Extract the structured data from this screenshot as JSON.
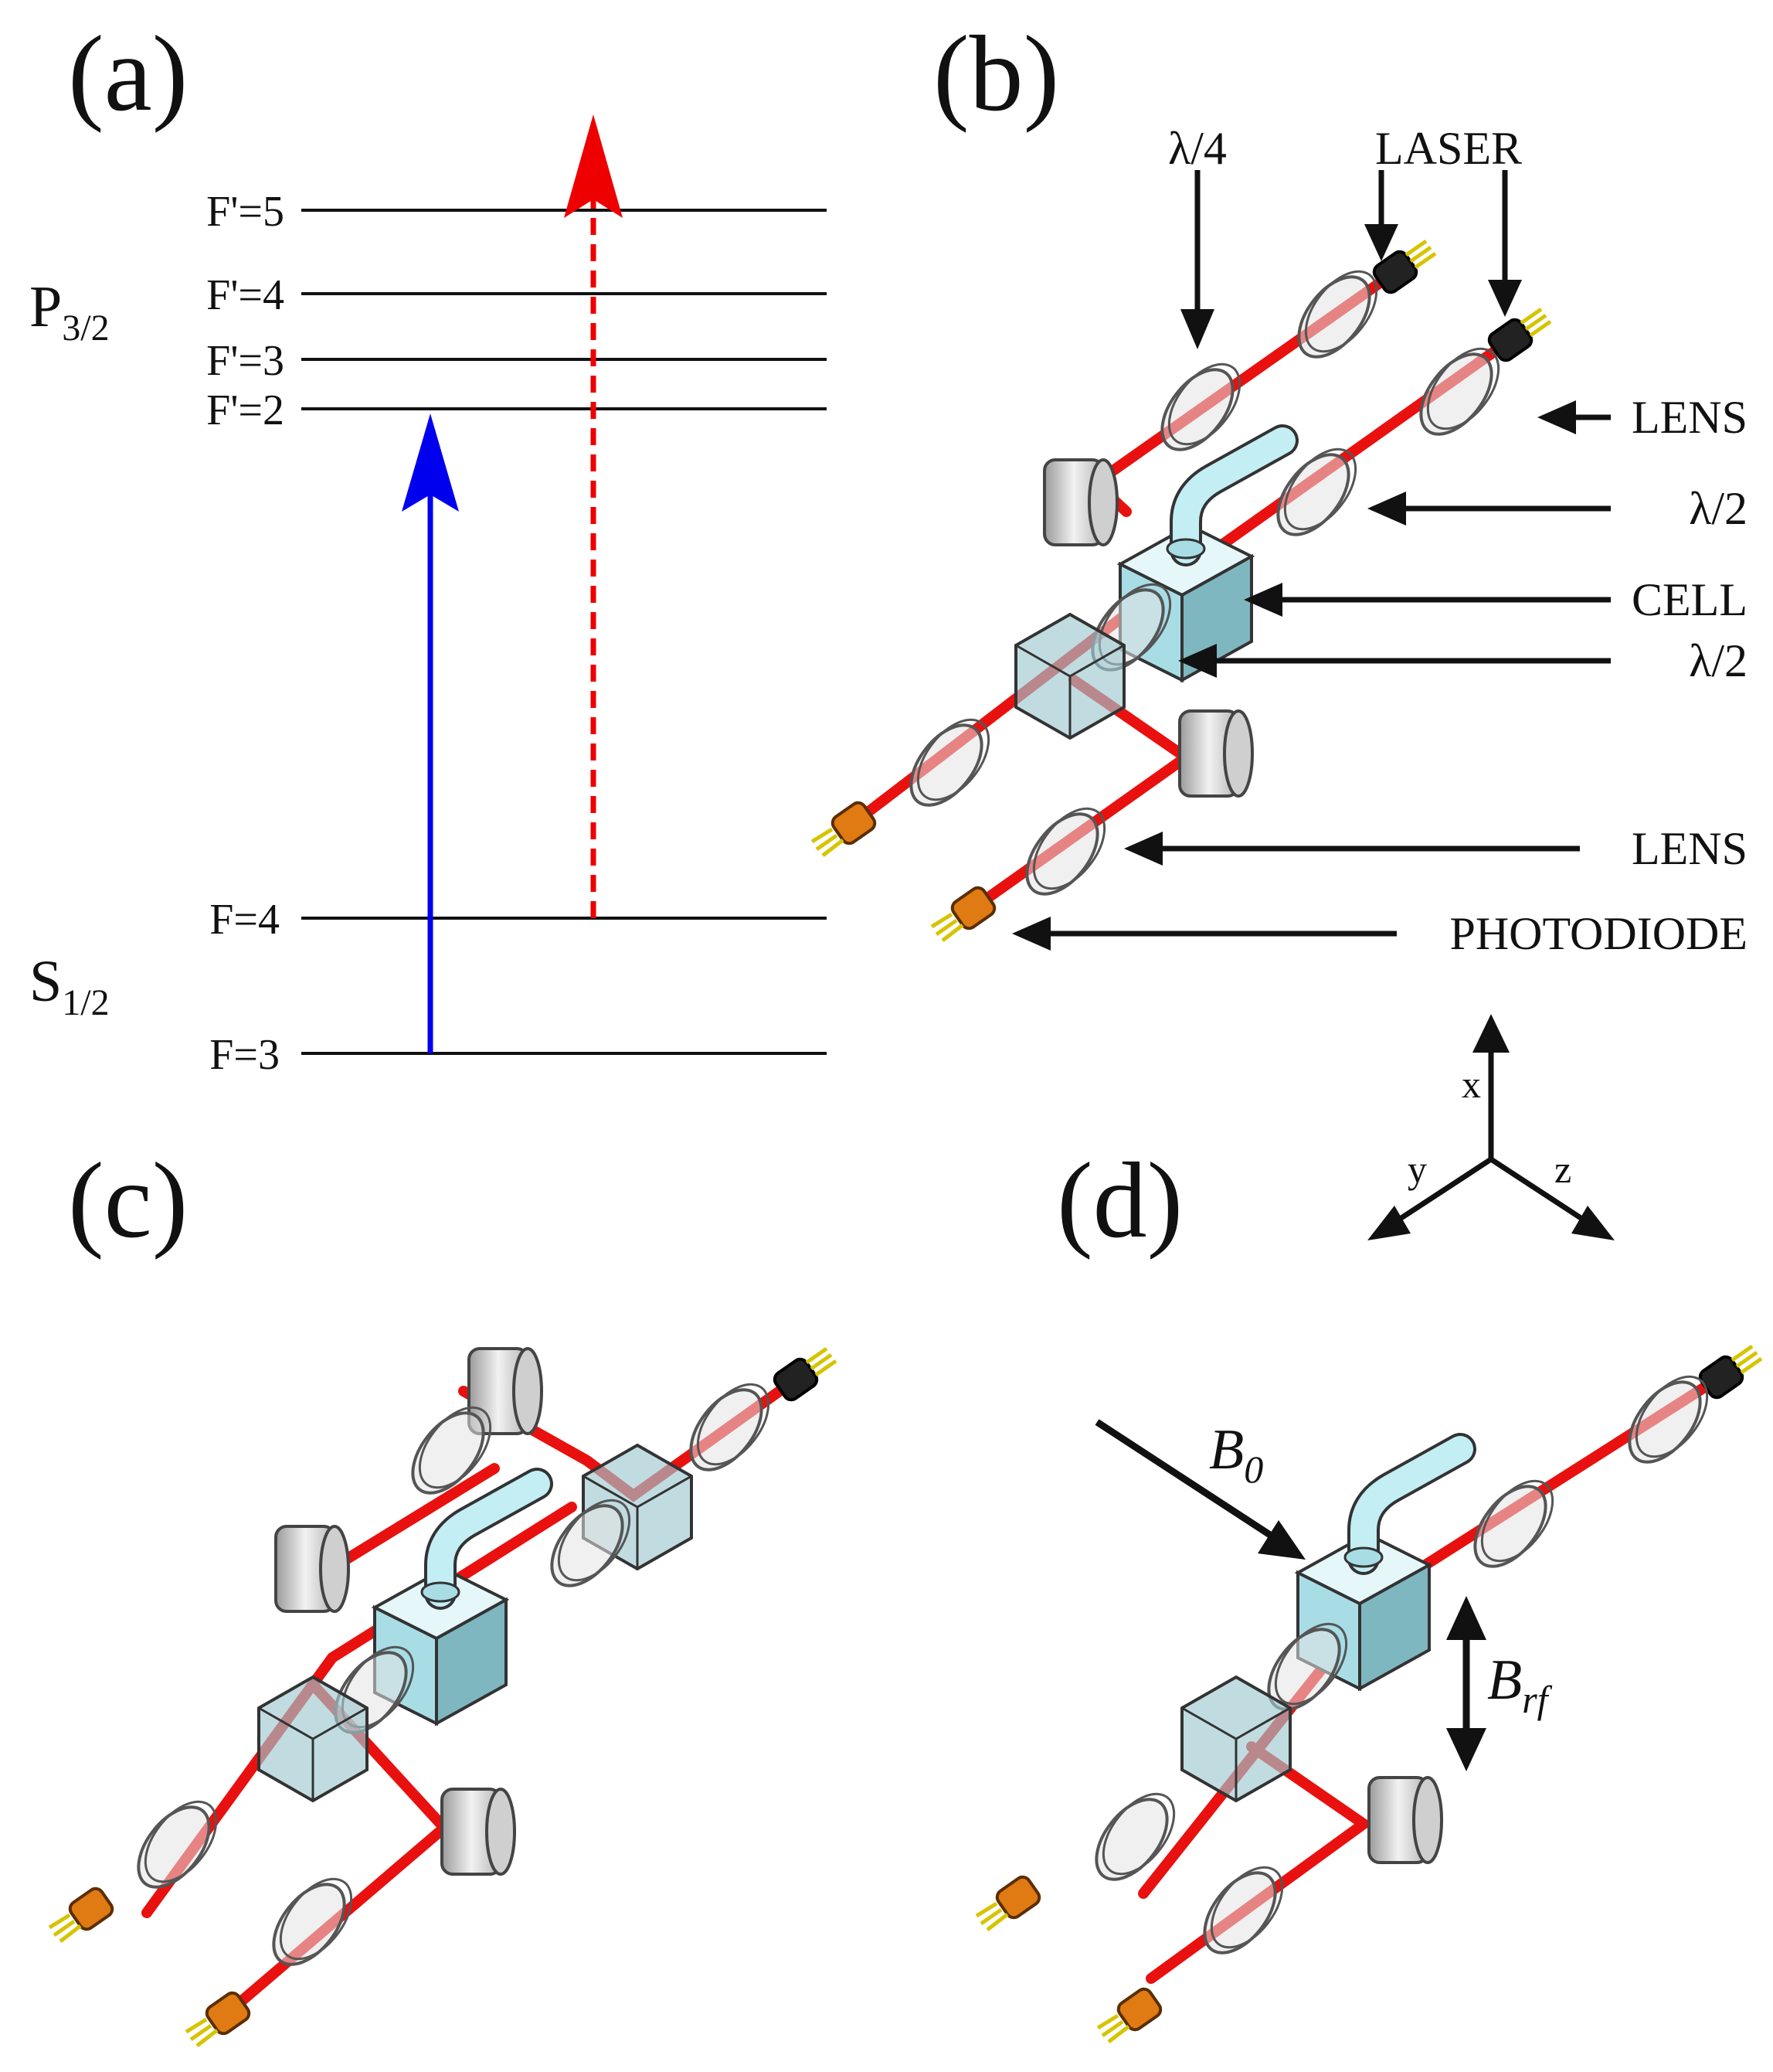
{
  "panels": {
    "a": "(a)",
    "b": "(b)",
    "c": "(c)",
    "d": "(d)"
  },
  "levels": {
    "upper_state": "P",
    "upper_sub": "3/2",
    "lower_state": "S",
    "lower_sub": "1/2",
    "f5": "F'=5",
    "f4p": "F'=4",
    "f3p": "F'=3",
    "f2p": "F'=2",
    "f4": "F=4",
    "f3": "F=3",
    "colors": {
      "pump": "#0000ee",
      "probe": "#ee0000"
    }
  },
  "labels": {
    "quarter_wave": "λ/4",
    "laser": "LASER",
    "lens_top": "LENS",
    "half_wave_top": "λ/2",
    "cell": "CELL",
    "half_wave_mid": "λ/2",
    "lens_bottom": "LENS",
    "photodiode": "PHOTODIODE"
  },
  "axes": {
    "x": "x",
    "y": "y",
    "z": "z"
  },
  "fields": {
    "b0": "B",
    "b0_sub": "0",
    "brf": "B",
    "brf_sub": "rf"
  },
  "colors": {
    "beam": "#e8110f",
    "cell": "#a8dde6",
    "cube": "#9fc9cf",
    "photodiode": "#e07a12",
    "laser_head": "#222222",
    "mirror": "#d8d8d8"
  }
}
